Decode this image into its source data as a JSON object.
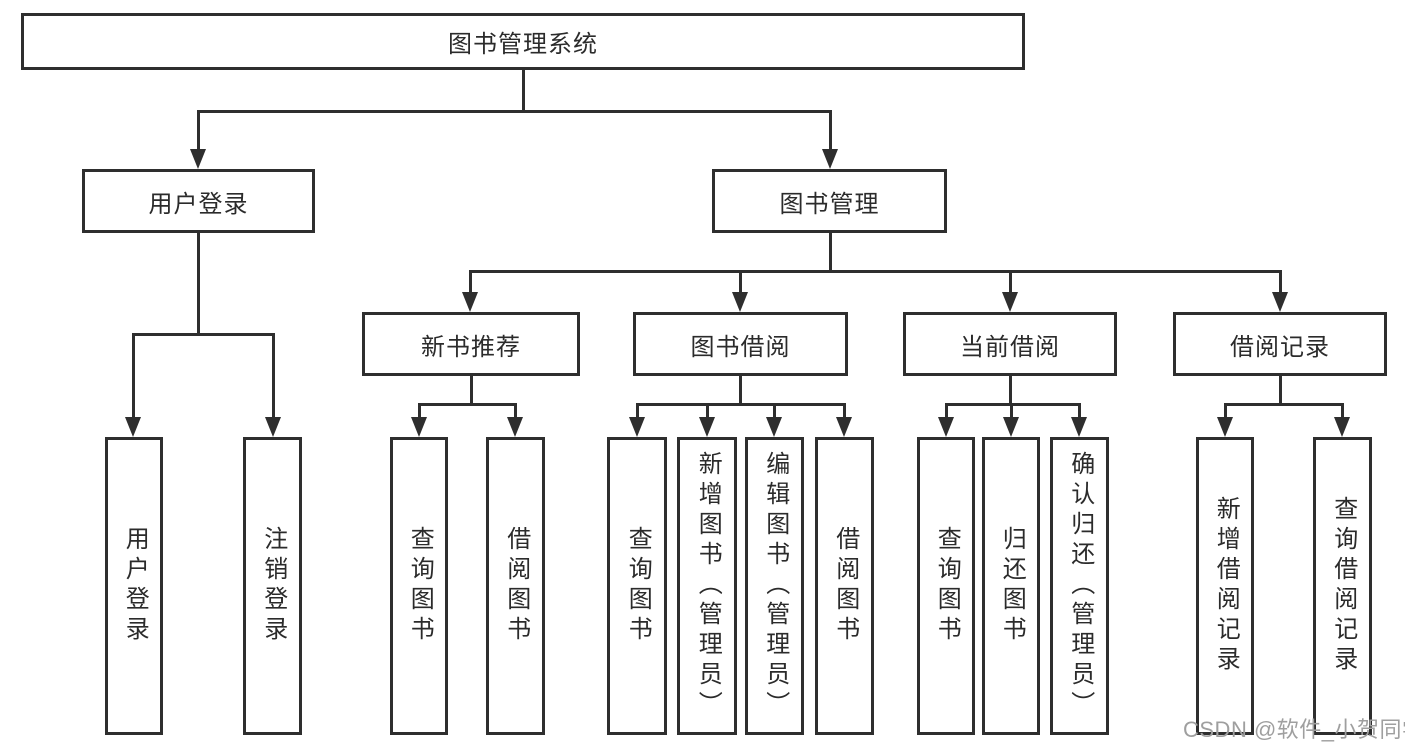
{
  "title": "图书管理系统",
  "colors": {
    "line": "#2e2e2e",
    "text": "#2b2b2b",
    "background": "#ffffff",
    "watermark": "#9f9f9f"
  },
  "tree": {
    "root": "图书管理系统",
    "branches": [
      {
        "label": "用户登录",
        "children": [
          "用户登录",
          "注销登录"
        ]
      },
      {
        "label": "图书管理",
        "groups": [
          {
            "label": "新书推荐",
            "children": [
              "查询图书",
              "借阅图书"
            ]
          },
          {
            "label": "图书借阅",
            "children": [
              "查询图书",
              "新增图书（管理员）",
              "编辑图书（管理员）",
              "借阅图书"
            ]
          },
          {
            "label": "当前借阅",
            "children": [
              "查询图书",
              "归还图书",
              "确认归还（管理员）"
            ]
          },
          {
            "label": "借阅记录",
            "children": [
              "新增借阅记录",
              "查询借阅记录"
            ]
          }
        ]
      }
    ]
  },
  "watermark": "CSDN @软件_小贺同学"
}
